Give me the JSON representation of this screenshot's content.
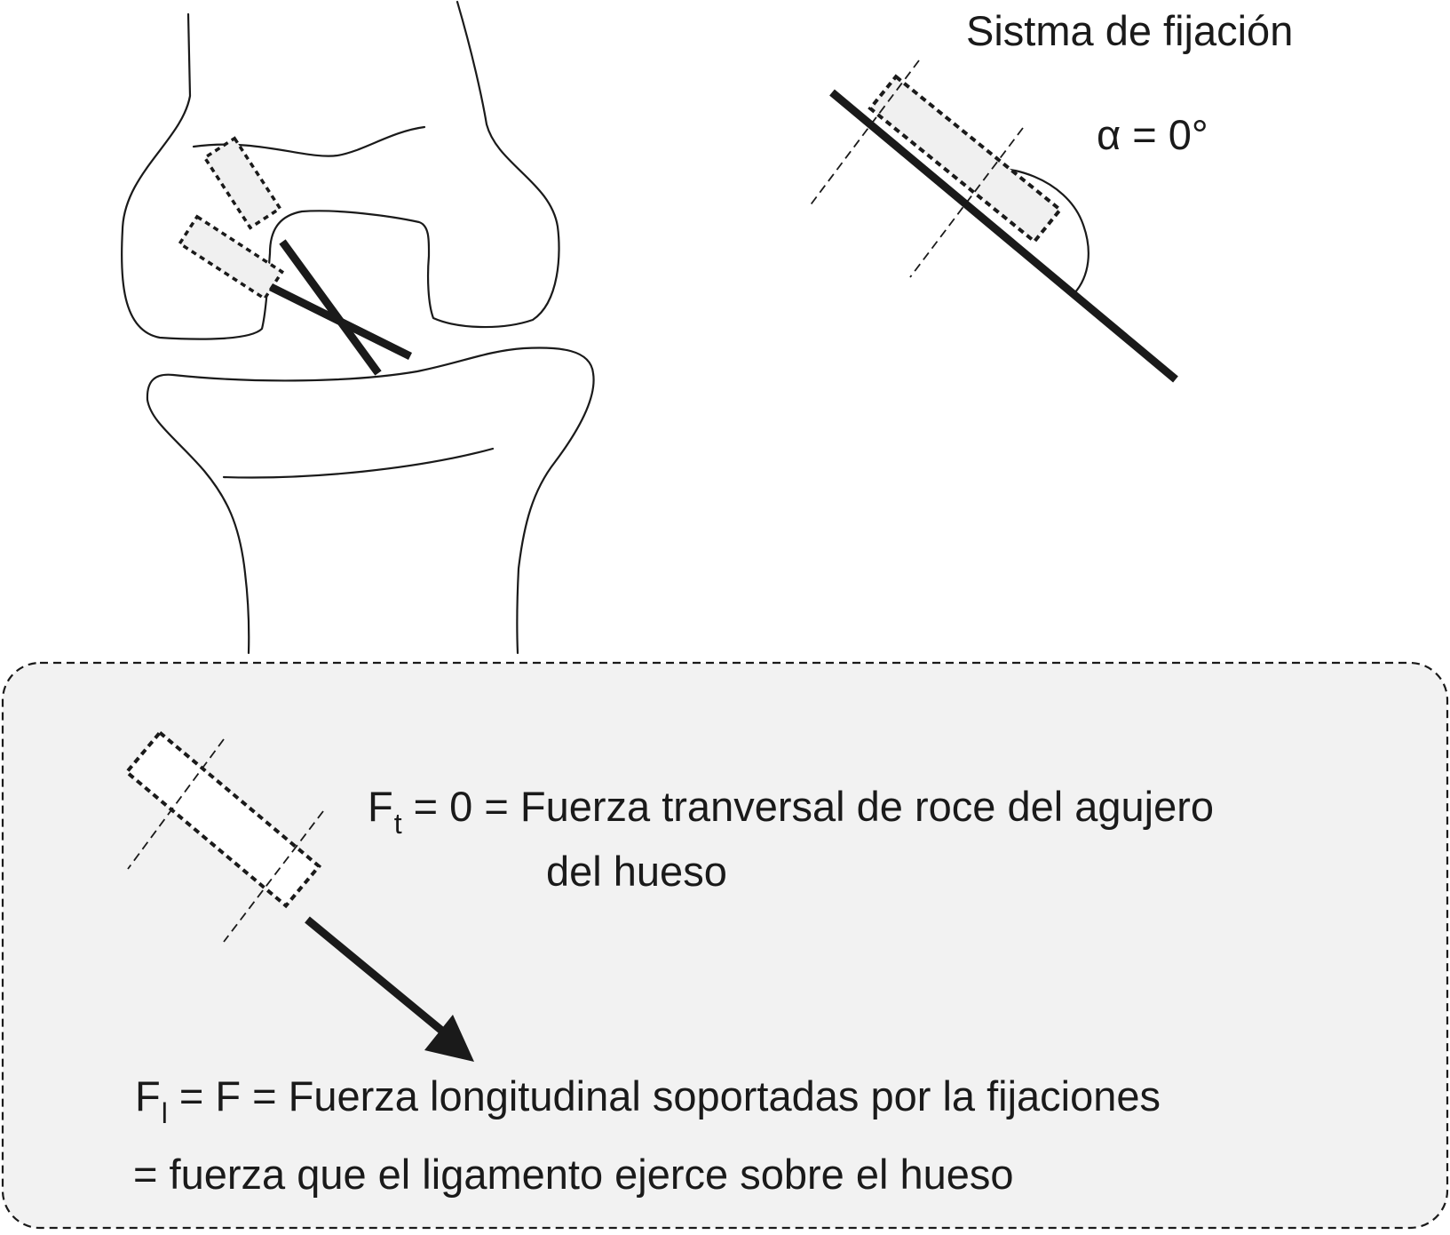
{
  "title": "Sistma de fijación",
  "angle_label": {
    "symbol": "α",
    "value": "= 0°"
  },
  "transverse": {
    "symbol": "F",
    "subscript": "t",
    "text": "= 0 = Fuerza tranversal de roce del agujero",
    "text_line2": "del hueso"
  },
  "longitudinal": {
    "symbol": "F",
    "subscript": "l",
    "text": "=  F = Fuerza longitudinal soportadas por la fijaciones",
    "text_line2": "= fuerza que el ligamento ejerce sobre el hueso"
  },
  "colors": {
    "outline": "#1a1a1a",
    "panel_fill": "#f2f2f2",
    "tunnel_fill": "#f0f0f0",
    "tunnel_fill_white": "#ffffff"
  }
}
